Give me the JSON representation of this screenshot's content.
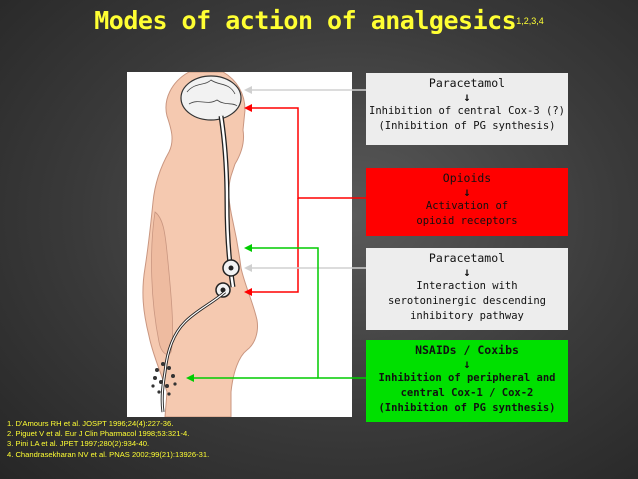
{
  "title": {
    "text": "Modes of action of analgesics",
    "superscript": "1,2,3,4"
  },
  "boxes": [
    {
      "heading": "Paracetamol",
      "arrow": "↓",
      "lines": [
        "Inhibition of central Cox-3 (?)",
        "(Inhibition of PG synthesis)"
      ],
      "color": "#ededed"
    },
    {
      "heading": "Opioids",
      "arrow": "↓",
      "lines": [
        "Activation of",
        "opioid receptors"
      ],
      "color": "#ff0000"
    },
    {
      "heading": "Paracetamol",
      "arrow": "↓",
      "lines": [
        "Interaction with",
        "serotoninergic descending",
        "inhibitory pathway"
      ],
      "color": "#ededed"
    },
    {
      "heading": "NSAIDs / Coxibs",
      "arrow": "↓",
      "lines": [
        "Inhibition of peripheral and",
        "central Cox-1 / Cox-2",
        "(Inhibition of PG synthesis)"
      ],
      "color": "#00e000"
    }
  ],
  "references": [
    "1. D'Amours RH et al. JOSPT 1996;24(4):227-36.",
    "2. Piguet V et al. Eur J Clin Pharmacol 1998;53:321-4.",
    "3. Pini LA et al. JPET 1997;280(2):934-40.",
    "4. Chandrasekharan NV et al. PNAS 2002;99(21):13926-31."
  ],
  "colors": {
    "title": "#ffff33",
    "references": "#ffff33",
    "connector_gray": "#d0d0d0",
    "connector_red": "#ff0000",
    "connector_green": "#00cc00"
  },
  "figure": {
    "icon": "human-body-nervous-system-illustration"
  }
}
